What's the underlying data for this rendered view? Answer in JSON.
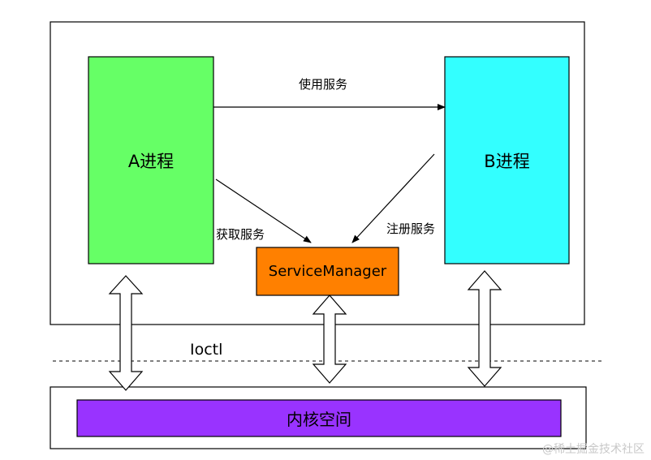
{
  "colors": {
    "process_a": "#66ff66",
    "process_b": "#33ffff",
    "service_manager": "#ff8000",
    "kernel": "#9933ff",
    "stroke": "#000000"
  },
  "nodes": {
    "process_a": "A进程",
    "process_b": "B进程",
    "service_manager": "ServiceManager",
    "kernel_space": "内核空间"
  },
  "edges": {
    "use_service": "使用服务",
    "get_service": "获取服务",
    "register_service": "注册服务"
  },
  "boundary_label": "Ioctl",
  "watermark": "@稀土掘金技术社区"
}
